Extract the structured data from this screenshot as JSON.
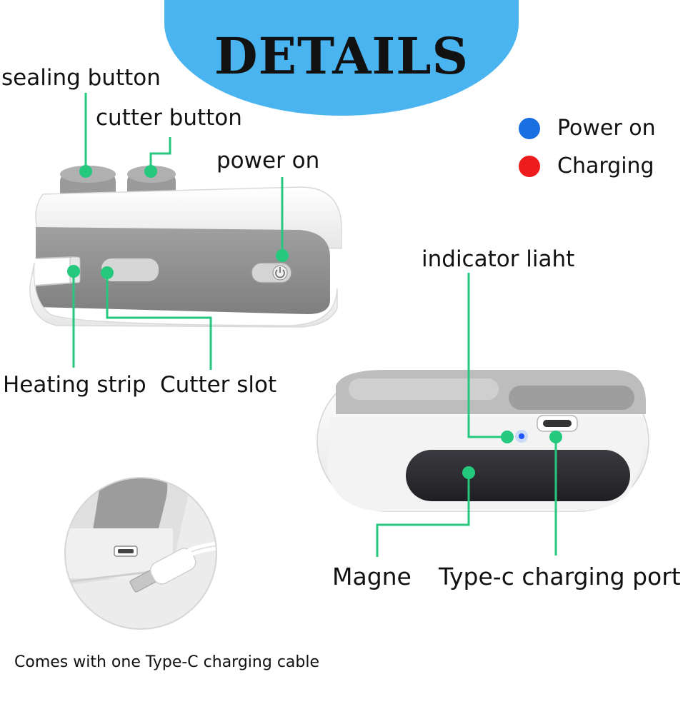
{
  "title": "DETAILS",
  "legend": [
    {
      "label": "Power on",
      "color": "#1a6fe0"
    },
    {
      "label": "Charging",
      "color": "#ee1c1c"
    }
  ],
  "labels": {
    "sealing_button": "sealing button",
    "cutter_button": "cutter button",
    "power_on": "power on",
    "heating_strip": "Heating strip",
    "cutter_slot": "Cutter slot",
    "indicator_light": "indicator liaht",
    "magnet": "Magne",
    "type_c_port": "Type-c charging port"
  },
  "caption": "Comes with one Type-C charging cable",
  "colors": {
    "accent_green": "#25c97e",
    "title_blue": "#4ab4f0",
    "device_white": "#f4f4f4",
    "device_gray": "#8f8f8f",
    "magnet_black": "#2b2b2f"
  },
  "icons": {
    "power_switch": "power-icon",
    "indicator": "blue-led-icon"
  }
}
